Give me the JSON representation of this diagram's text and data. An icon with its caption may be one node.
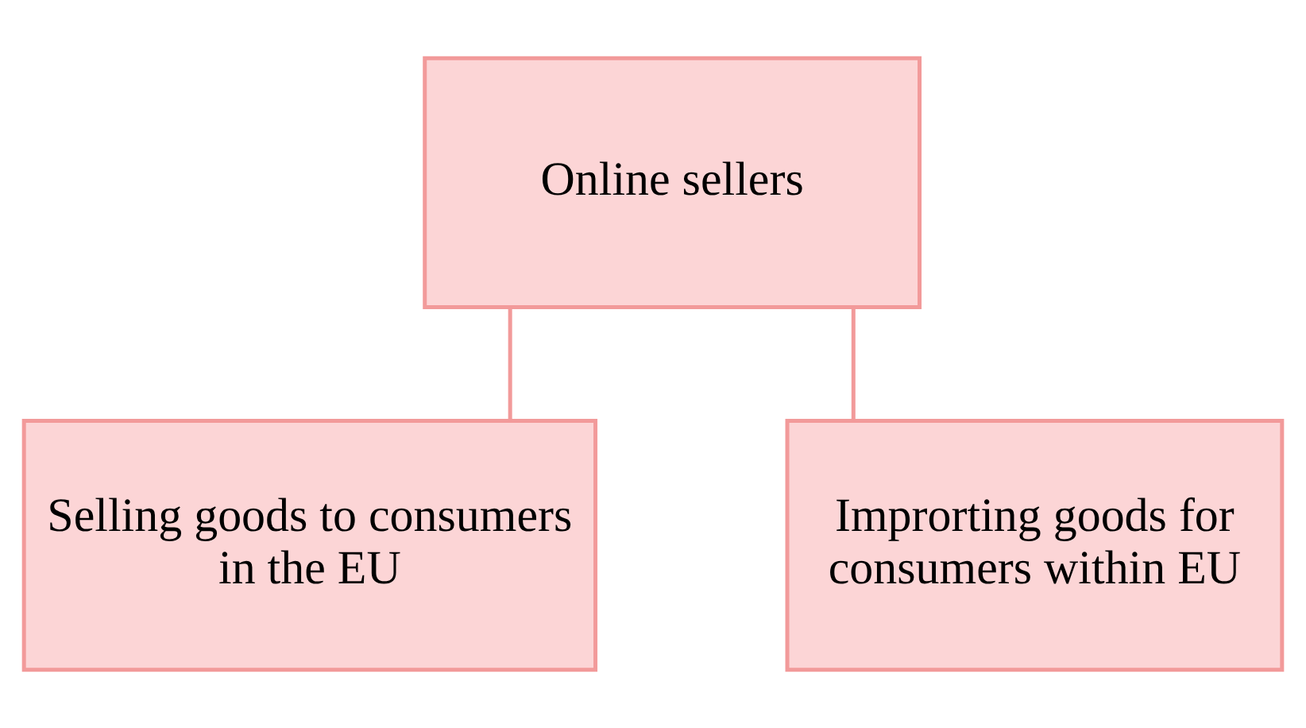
{
  "diagram": {
    "nodes": [
      {
        "text": [
          "Online sellers"
        ]
      },
      {
        "text": [
          "Selling goods to consumers in the EU"
        ]
      },
      {
        "text": [
          "Improrting goods for consumers within EU"
        ]
      }
    ],
    "edges": [
      {
        "from": 0,
        "to": 1,
        "arrow": "none"
      },
      {
        "from": 0,
        "to": 2,
        "arrow": "none"
      }
    ]
  }
}
